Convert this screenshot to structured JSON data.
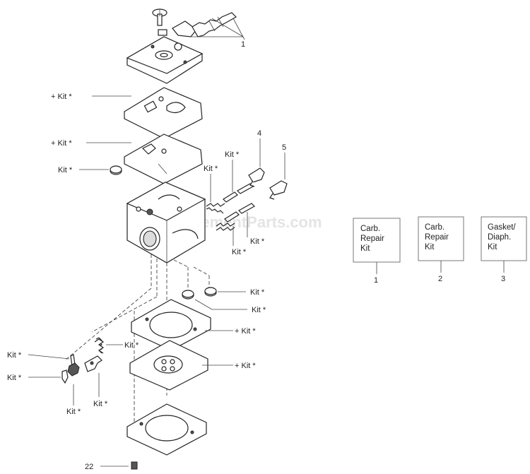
{
  "callouts": {
    "c1": "1",
    "c4": "4",
    "c5": "5",
    "c22": "22",
    "kit_plus_cover_gasket": "+ Kit *",
    "kit_plus_diaphragm": "+ Kit *",
    "kit_filter": "Kit *",
    "kit_needle_high": "Kit *",
    "kit_needle_low": "Kit *",
    "kit_spring_right_1": "Kit *",
    "kit_spring_right_2": "Kit *",
    "kit_check_valve_1": "Kit *",
    "kit_check_valve_2": "Kit *",
    "kit_plus_gasket_lower": "+ Kit *",
    "kit_plus_diaphragm_lower": "+ Kit *",
    "kit_inlet_needle": "Kit *",
    "kit_left_1": "Kit *",
    "kit_left_2": "Kit *",
    "kit_lever_pin": "Kit *",
    "kit_lever": "Kit *"
  },
  "kits": [
    {
      "line1": "Carb.",
      "line2": "Repair",
      "line3": "Kit",
      "number": "1"
    },
    {
      "line1": "Carb.",
      "line2": "Repair",
      "line3": "Kit",
      "number": "2"
    },
    {
      "line1": "Gasket/",
      "line2": "Diaph.",
      "line3": "Kit",
      "number": "3"
    }
  ],
  "watermark": "eReplacementParts.com",
  "colors": {
    "line": "#222222",
    "kit_border": "#777777",
    "watermark": "#e4e4e4"
  }
}
